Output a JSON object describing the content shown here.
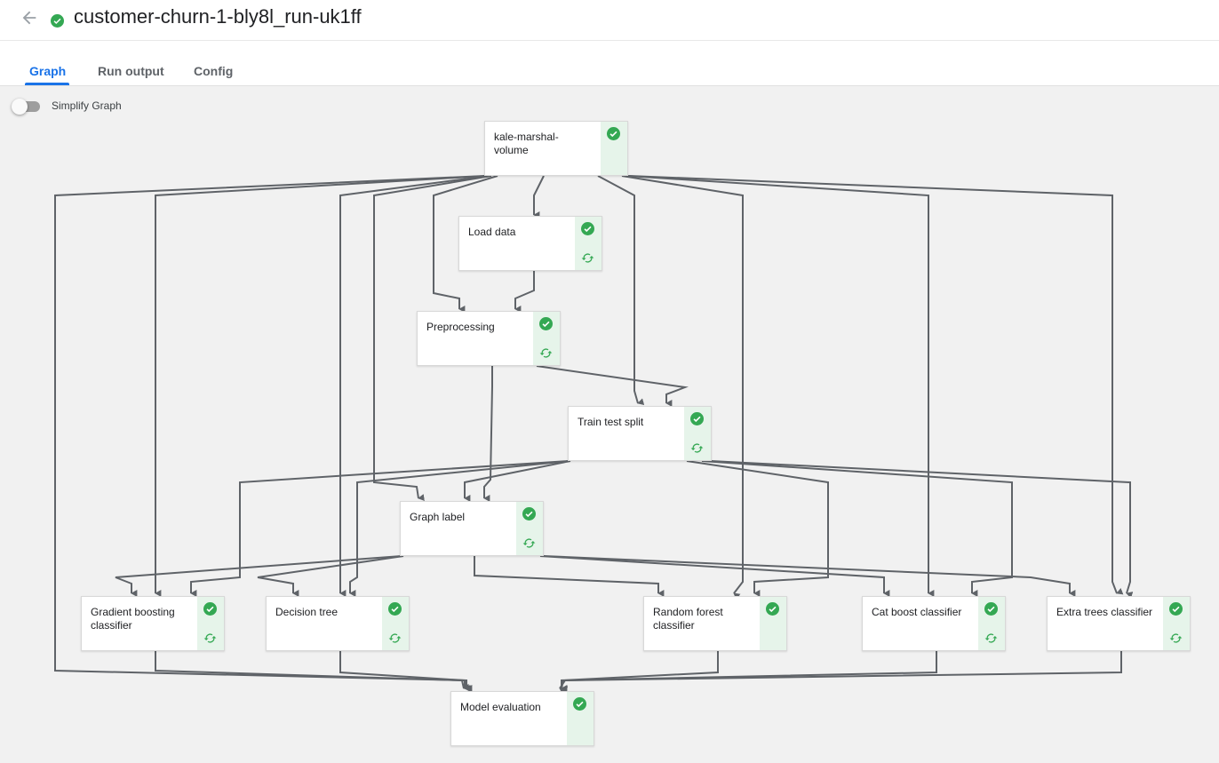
{
  "header": {
    "title": "customer-churn-1-bly8l_run-uk1ff",
    "status": "succeeded"
  },
  "tabs": [
    {
      "label": "Graph",
      "active": true
    },
    {
      "label": "Run output",
      "active": false
    },
    {
      "label": "Config",
      "active": false
    }
  ],
  "graph": {
    "simplify_label": "Simplify Graph",
    "simplify_enabled": false,
    "nodes": [
      {
        "label": "kale-marshal-volume",
        "status": "succeeded",
        "cached": false
      },
      {
        "label": "Load data",
        "status": "succeeded",
        "cached": true
      },
      {
        "label": "Preprocessing",
        "status": "succeeded",
        "cached": true
      },
      {
        "label": "Train test split",
        "status": "succeeded",
        "cached": true
      },
      {
        "label": "Graph label",
        "status": "succeeded",
        "cached": true
      },
      {
        "label": "Gradient boosting classifier",
        "status": "succeeded",
        "cached": true
      },
      {
        "label": "Decision tree",
        "status": "succeeded",
        "cached": true
      },
      {
        "label": "Random forest classifier",
        "status": "succeeded",
        "cached": false
      },
      {
        "label": "Cat boost classifier",
        "status": "succeeded",
        "cached": true
      },
      {
        "label": "Extra trees classifier",
        "status": "succeeded",
        "cached": true
      },
      {
        "label": "Model evaluation",
        "status": "succeeded",
        "cached": false
      }
    ]
  },
  "colors": {
    "accent": "#1a73e8",
    "success": "#34a853",
    "status_bg": "#e6f4ea",
    "edge": "#5f6368"
  }
}
